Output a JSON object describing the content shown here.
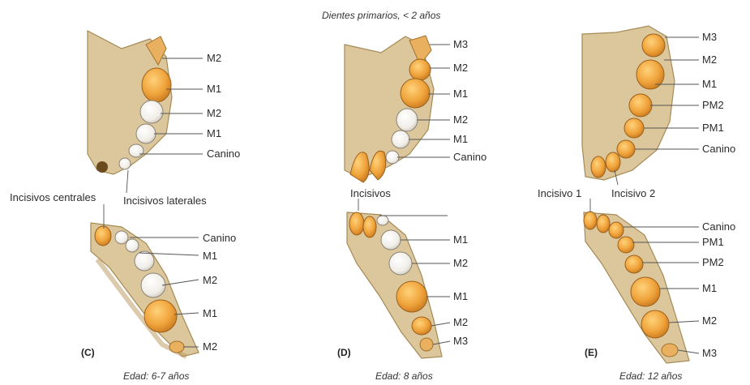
{
  "top_caption": "Dientes primarios, < 2 años",
  "panels": [
    {
      "letter": "(C)",
      "age": "Edad: 6-7 años",
      "upper_labels": [
        "M2",
        "M1",
        "M2",
        "M1",
        "Canino"
      ],
      "mid_labels": [
        "Incisivos centrales",
        "Incisivos laterales"
      ],
      "lower_labels": [
        "Canino",
        "M1",
        "M2",
        "M1",
        "M2"
      ]
    },
    {
      "letter": "(D)",
      "age": "Edad: 8 años",
      "upper_labels": [
        "M3",
        "M2",
        "M1",
        "M2",
        "M1",
        "Canino"
      ],
      "mid_labels": [
        "Incisivos"
      ],
      "lower_labels": [
        "M1",
        "M2",
        "M1",
        "M2",
        "M3"
      ]
    },
    {
      "letter": "(E)",
      "age": "Edad: 12 años",
      "upper_labels": [
        "M3",
        "M2",
        "M1",
        "PM2",
        "PM1",
        "Canino"
      ],
      "mid_labels": [
        "Incisivo 1",
        "Incisivo 2"
      ],
      "lower_labels": [
        "Canino",
        "PM1",
        "PM2",
        "M1",
        "M2",
        "M3"
      ]
    }
  ],
  "colors": {
    "bone": "#dcc79c",
    "bone_edge": "#a58a55",
    "permanent_tooth": "#f0a43c",
    "primary_tooth": "#f4f2ee",
    "leader_line": "#555555"
  }
}
